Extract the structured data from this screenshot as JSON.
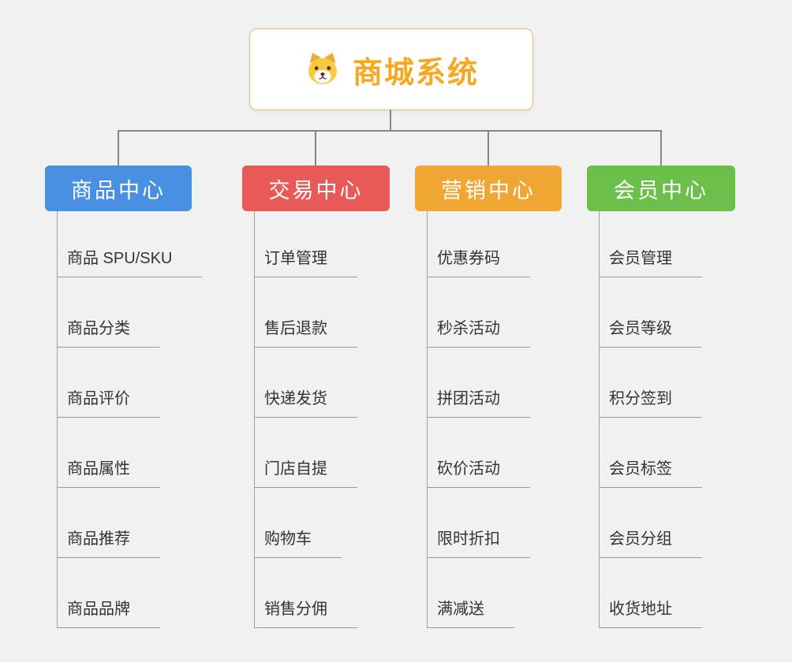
{
  "root": {
    "title": "商城系统",
    "icon": "dog-face-icon",
    "title_color": "#f7a823",
    "border_color": "#f2b763"
  },
  "connector_color": "#868686",
  "branches": [
    {
      "label": "商品中心",
      "color": "#4a90e2",
      "items": [
        "商品 SPU/SKU",
        "商品分类",
        "商品评价",
        "商品属性",
        "商品推荐",
        "商品品牌"
      ]
    },
    {
      "label": "交易中心",
      "color": "#e85a58",
      "items": [
        "订单管理",
        "售后退款",
        "快递发货",
        "门店自提",
        "购物车",
        "销售分佣"
      ]
    },
    {
      "label": "营销中心",
      "color": "#f0a632",
      "items": [
        "优惠券码",
        "秒杀活动",
        "拼团活动",
        "砍价活动",
        "限时折扣",
        "满减送"
      ]
    },
    {
      "label": "会员中心",
      "color": "#6bbf4a",
      "items": [
        "会员管理",
        "会员等级",
        "积分签到",
        "会员标签",
        "会员分组",
        "收货地址"
      ]
    }
  ]
}
